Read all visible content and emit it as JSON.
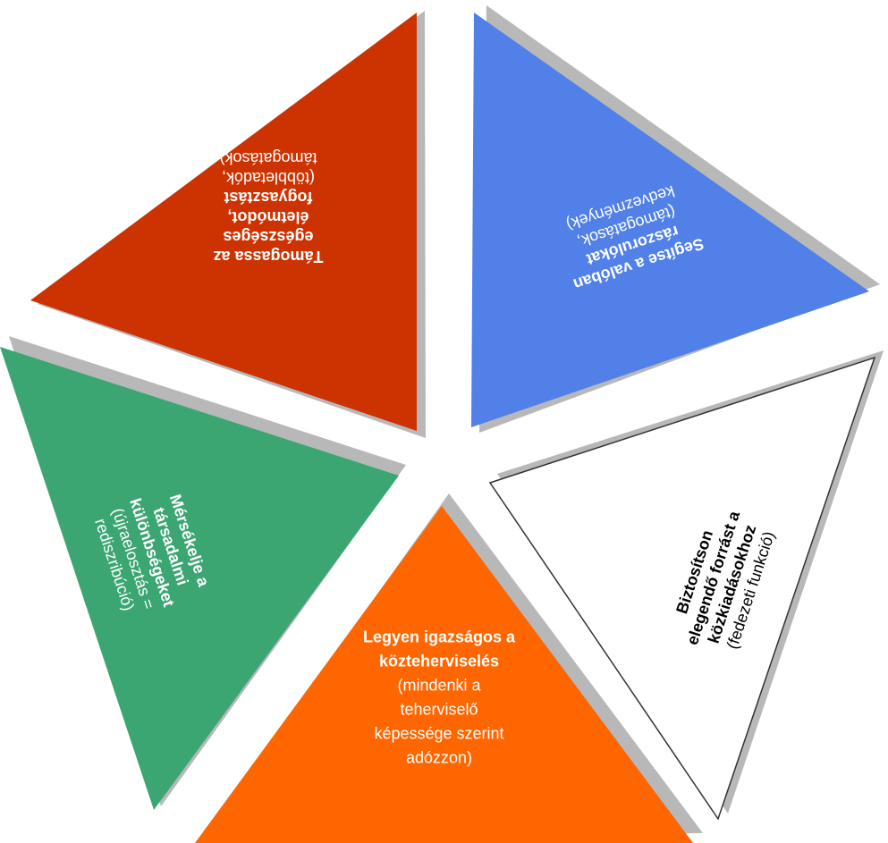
{
  "segments": {
    "bottom": {
      "color": "#ff6600",
      "title": [
        "Legyen igazságos a",
        "közteherviselés"
      ],
      "detail": [
        "(mindenki a",
        "teherviselő",
        "képessége szerint",
        "adózzon)"
      ]
    },
    "left": {
      "color": "#3ba672",
      "title": [
        "Mérsékelje a",
        "társadalmi",
        "különbségeket"
      ],
      "detail": [
        "(újraelosztás =",
        "rediszribúció)"
      ]
    },
    "top_left": {
      "color": "#cc3300",
      "title": [
        "Támogassa az",
        "egészséges",
        "életmódot,",
        "fogyasztást"
      ],
      "detail": [
        "(többletadók,",
        "támogatások)"
      ]
    },
    "top_right": {
      "color": "#5080e8",
      "title": [
        "Segítse a valóban",
        "rászorulókat"
      ],
      "detail": [
        "(támogatások,",
        "kedvezmények)"
      ]
    },
    "right": {
      "color": "#ffffff",
      "title": [
        "Biztosítson",
        "elegendő forrást a",
        "közkiadásokhoz"
      ],
      "detail": [
        "(fedezeti funkció)"
      ]
    }
  }
}
